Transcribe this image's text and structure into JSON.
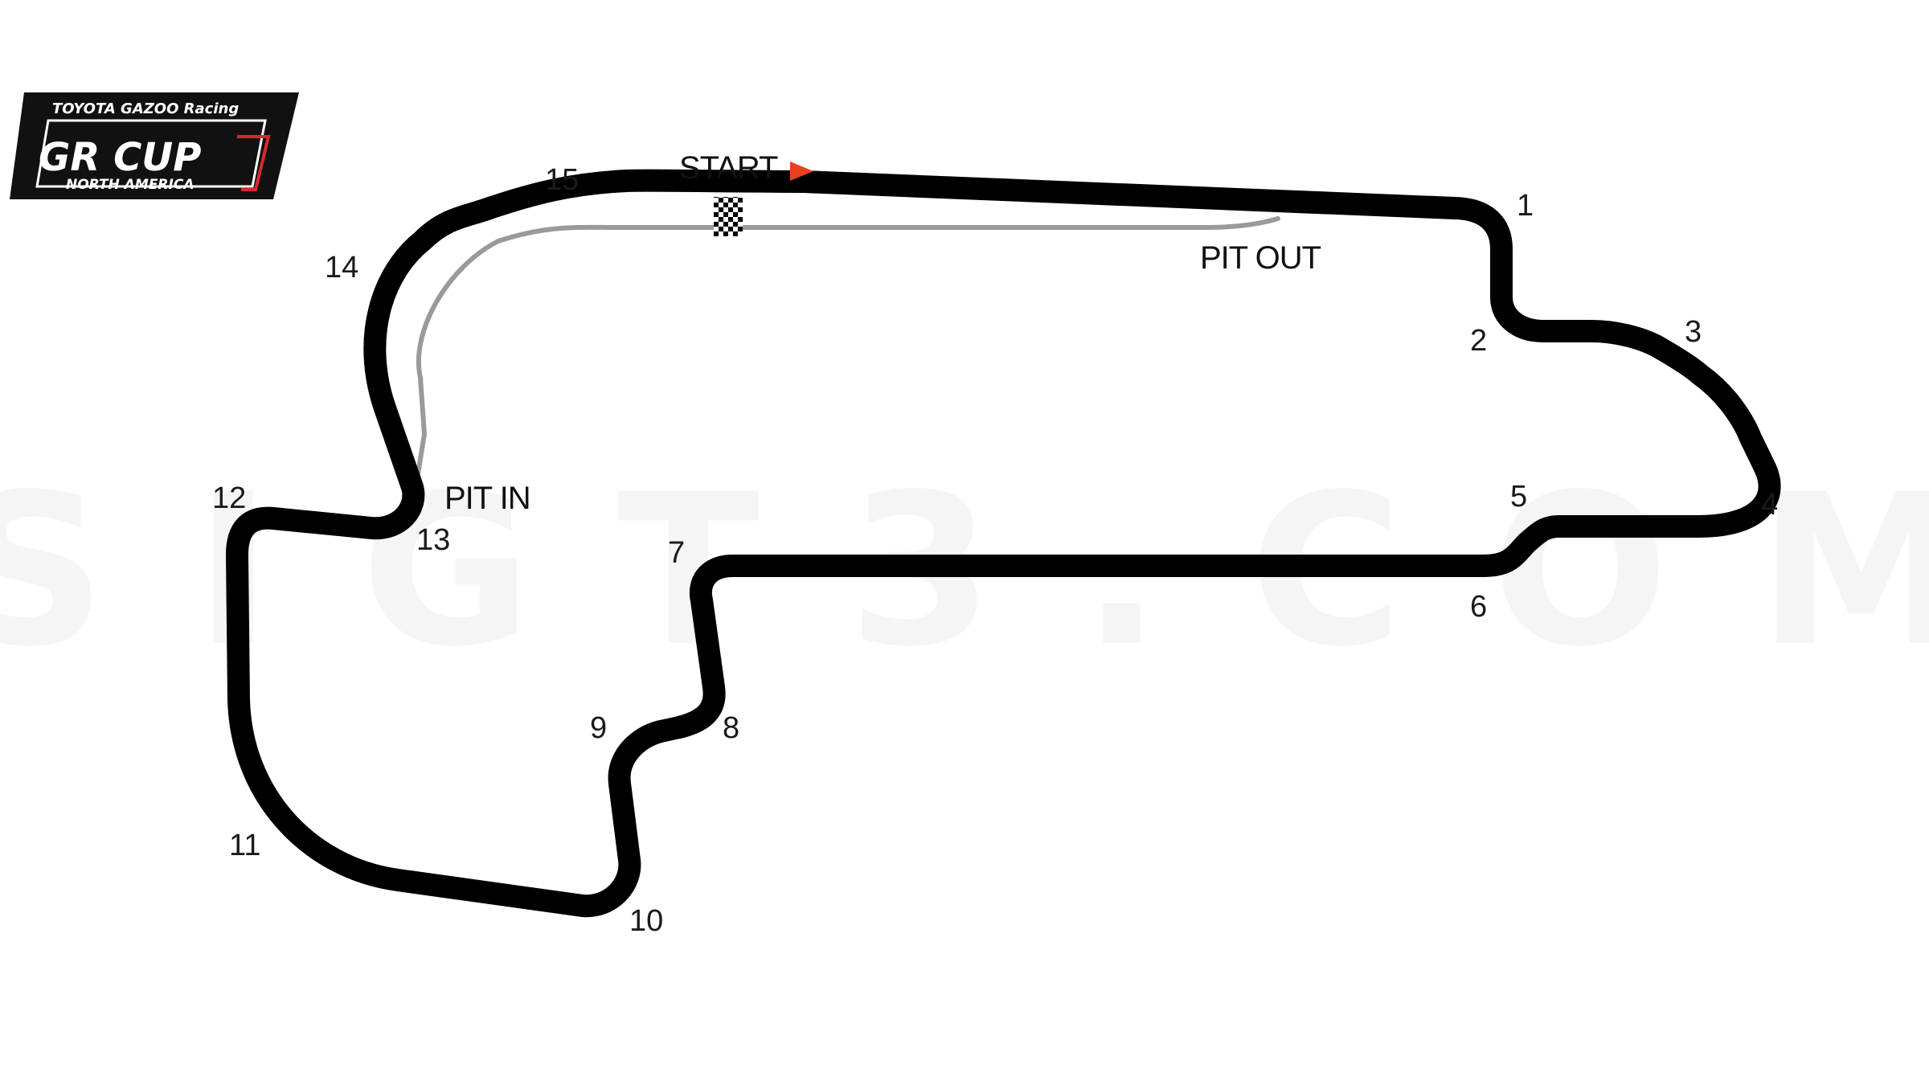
{
  "logo": {
    "top_line": "TOYOTA GAZOO Racing",
    "main_text": "GR CUP",
    "sub_line": "NORTH AMERICA"
  },
  "watermark": "SIGT3.COM",
  "labels": {
    "start": "START",
    "pit_in": "PIT IN",
    "pit_out": "PIT OUT"
  },
  "turns": [
    "1",
    "2",
    "3",
    "4",
    "5",
    "6",
    "7",
    "8",
    "9",
    "10",
    "11",
    "12",
    "13",
    "14",
    "15"
  ],
  "colors": {
    "track": "#000000",
    "pit_lane": "#9a9a9a",
    "start_flag": "#e8401c",
    "logo_red": "#d7282f",
    "logo_bg": "#111111"
  },
  "icons": {
    "start_line": "checkered-flag-icon",
    "start_arrow": "arrow-right-icon"
  }
}
